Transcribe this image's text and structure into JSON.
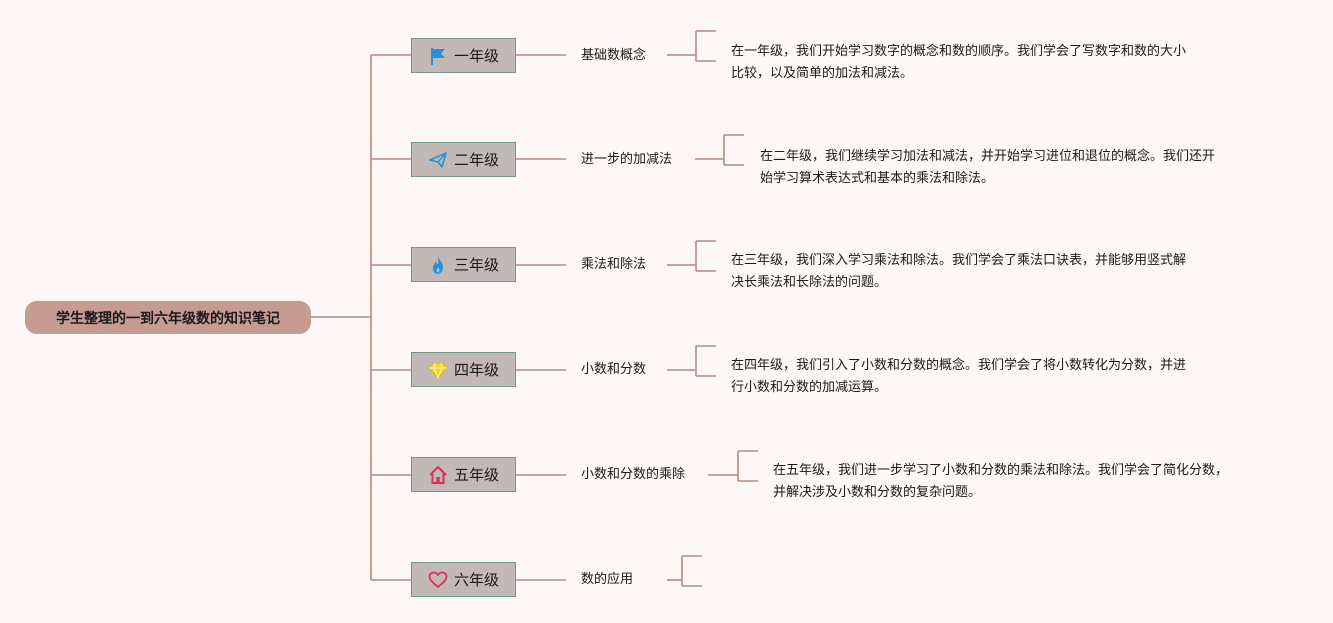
{
  "root": {
    "title": "学生整理的一到六年级数的知识笔记"
  },
  "colors": {
    "background": "#fdf7f6",
    "root_fill": "#c59b92",
    "grade_fill": "#c2b9b7",
    "grade_border": "#6f9a86",
    "connector": "#b48a80",
    "flag": "#2a8fd4",
    "plane": "#2a8fd4",
    "fire": "#2a8fd4",
    "gem": "#f2d43b",
    "house": "#d4345a",
    "heart": "#d4345a"
  },
  "grades": [
    {
      "label": "一年级",
      "icon": "flag-icon",
      "topic": "基础数概念",
      "desc_lines": [
        "在一年级，我们开始学习数字的概念和数的顺序。我们学会了写数字和数的大小",
        "比较，以及简单的加法和减法。"
      ]
    },
    {
      "label": "二年级",
      "icon": "paper-plane-icon",
      "topic": "进一步的加减法",
      "desc_lines": [
        "在二年级，我们继续学习加法和减法，并开始学习进位和退位的概念。我们还开",
        "始学习算术表达式和基本的乘法和除法。"
      ]
    },
    {
      "label": "三年级",
      "icon": "fire-icon",
      "topic": "乘法和除法",
      "desc_lines": [
        "在三年级，我们深入学习乘法和除法。我们学会了乘法口诀表，并能够用竖式解",
        "决长乘法和长除法的问题。"
      ]
    },
    {
      "label": "四年级",
      "icon": "diamond-icon",
      "topic": "小数和分数",
      "desc_lines": [
        "在四年级，我们引入了小数和分数的概念。我们学会了将小数转化为分数，并进",
        "行小数和分数的加减运算。"
      ]
    },
    {
      "label": "五年级",
      "icon": "house-icon",
      "topic": "小数和分数的乘除",
      "desc_lines": [
        "在五年级，我们进一步学习了小数和分数的乘法和除法。我们学会了简化分数，",
        "并解决涉及小数和分数的复杂问题。"
      ]
    },
    {
      "label": "六年级",
      "icon": "heart-icon",
      "topic": "数的应用",
      "desc_lines": []
    }
  ]
}
